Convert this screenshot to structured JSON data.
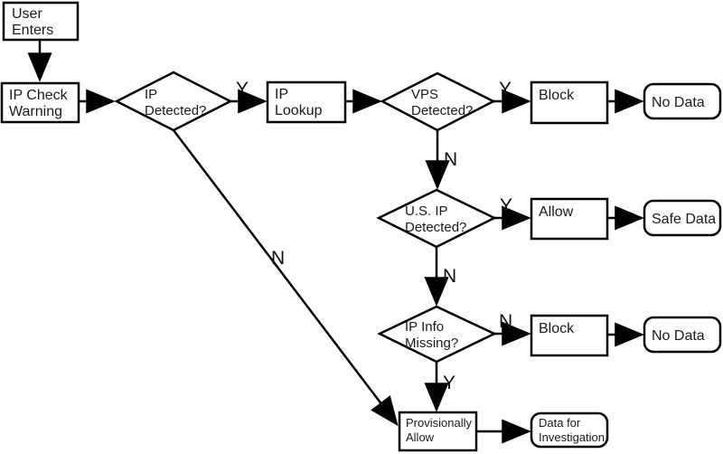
{
  "diagram": {
    "title": "IP check decision flowchart",
    "colors": {
      "background": "#ffffff",
      "stroke": "#000000",
      "text": "#1a1a1a"
    },
    "nodes": {
      "user_enters": {
        "type": "process",
        "line1": "User",
        "line2": "Enters"
      },
      "ip_check_warning": {
        "type": "process",
        "line1": "IP Check",
        "line2": "Warning"
      },
      "ip_detected": {
        "type": "decision",
        "line1": "IP",
        "line2": "Detected?"
      },
      "ip_lookup": {
        "type": "process",
        "line1": "IP",
        "line2": "Lookup"
      },
      "vps_detected": {
        "type": "decision",
        "line1": "VPS",
        "line2": "Detected?"
      },
      "block_1": {
        "type": "process",
        "label": "Block"
      },
      "no_data_1": {
        "type": "terminal",
        "label": "No Data"
      },
      "us_ip_detected": {
        "type": "decision",
        "line1": "U.S. IP",
        "line2": "Detected?"
      },
      "allow": {
        "type": "process",
        "label": "Allow"
      },
      "safe_data": {
        "type": "terminal",
        "label": "Safe Data"
      },
      "ip_info_missing": {
        "type": "decision",
        "line1": "IP Info",
        "line2": "Missing?"
      },
      "block_2": {
        "type": "process",
        "label": "Block"
      },
      "no_data_2": {
        "type": "terminal",
        "label": "No Data"
      },
      "provisionally_allow": {
        "type": "process",
        "line1": "Provisionally",
        "line2": "Allow"
      },
      "data_for_investigation": {
        "type": "terminal",
        "line1": "Data for",
        "line2": "Investigation"
      }
    },
    "edge_labels": {
      "ip_detected_yes": "Y",
      "ip_detected_no": "N",
      "vps_detected_yes": "Y",
      "vps_detected_no": "N",
      "us_ip_detected_yes": "Y",
      "us_ip_detected_no": "N",
      "ip_info_missing_no": "N",
      "ip_info_missing_yes": "Y"
    }
  }
}
